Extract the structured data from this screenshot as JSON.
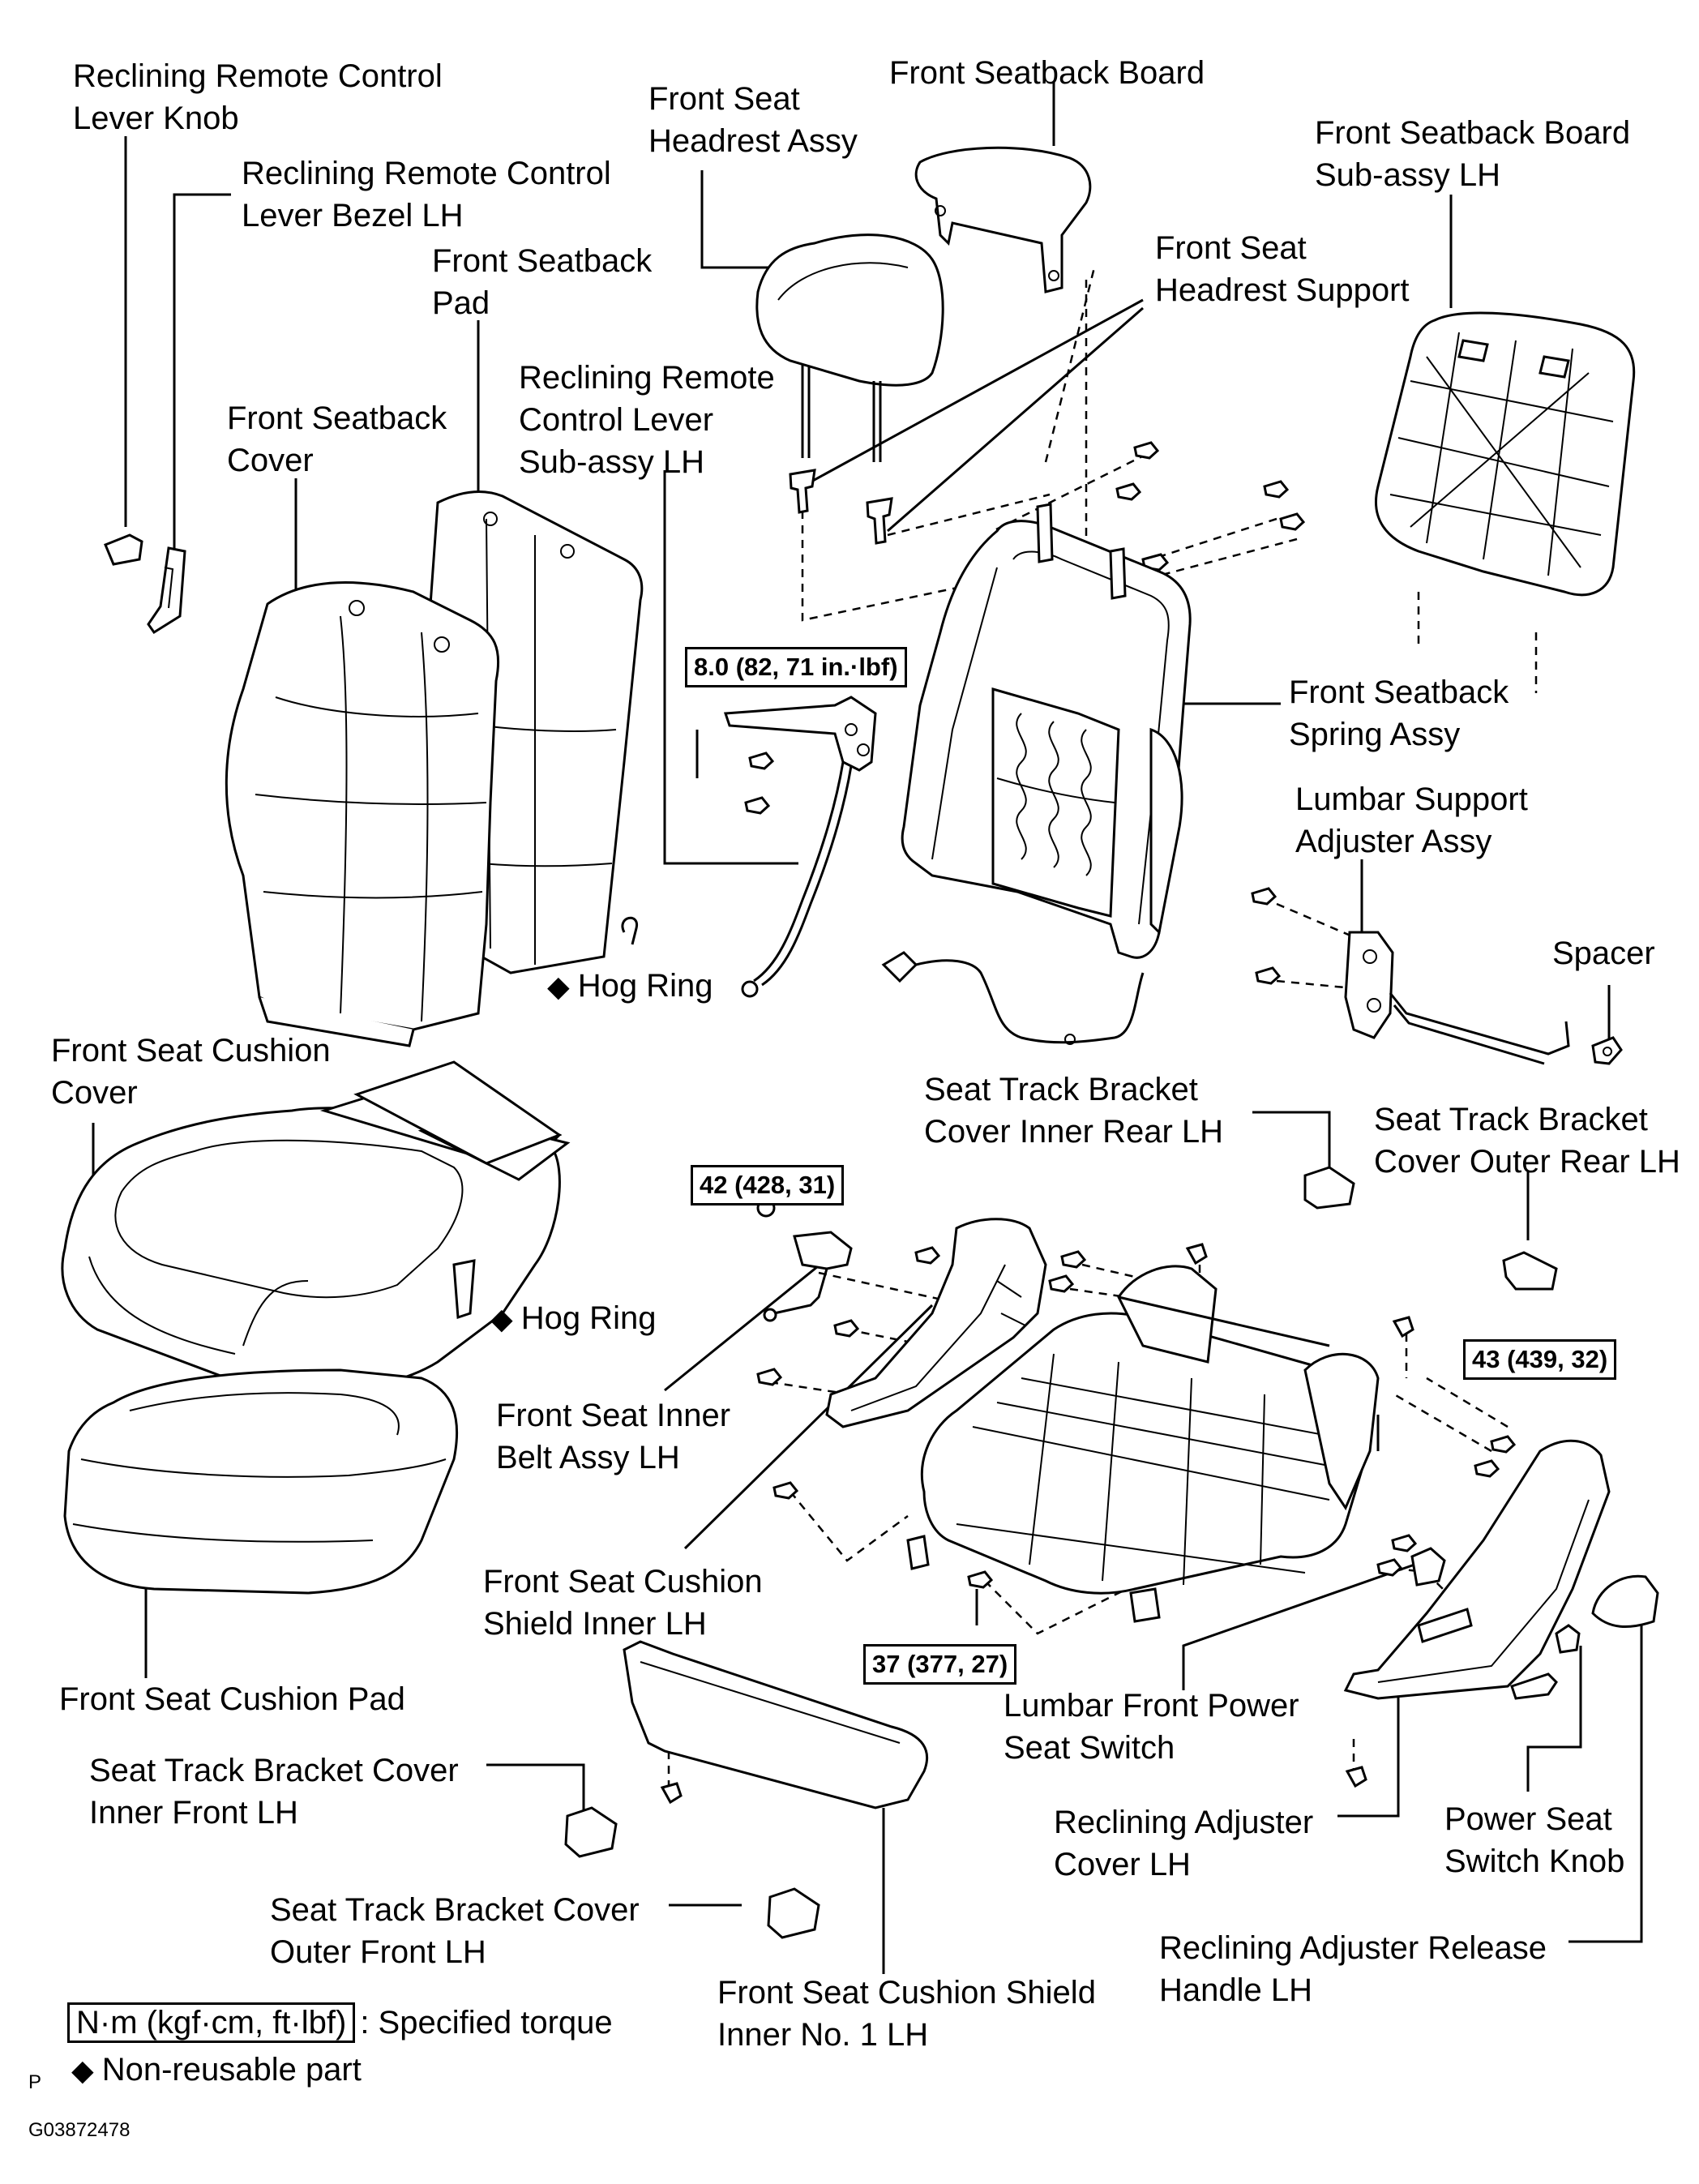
{
  "labels": {
    "lever_knob": [
      "Reclining Remote Control",
      "Lever Knob"
    ],
    "lever_bezel": [
      "Reclining Remote Control",
      "Lever Bezel LH"
    ],
    "seatback_pad": [
      "Front Seatback",
      "Pad"
    ],
    "seatback_cover": [
      "Front Seatback",
      "Cover"
    ],
    "headrest_assy": [
      "Front Seat",
      "Headrest Assy"
    ],
    "seatback_board": [
      "Front Seatback Board"
    ],
    "headrest_support": [
      "Front Seat",
      "Headrest Support"
    ],
    "board_subassy": [
      "Front Seatback Board",
      "Sub-assy  LH"
    ],
    "lever_subassy": [
      "Reclining Remote",
      "Control Lever",
      "Sub-assy  LH"
    ],
    "spring_assy": [
      "Front Seatback",
      "Spring Assy"
    ],
    "lumbar_adjuster": [
      "Lumbar Support",
      "Adjuster Assy"
    ],
    "spacer": [
      "Spacer"
    ],
    "hog_ring_upper": "Hog Ring",
    "cushion_cover": [
      "Front Seat Cushion",
      "Cover"
    ],
    "track_inner_rear": [
      "Seat Track Bracket",
      "Cover Inner Rear LH"
    ],
    "track_outer_rear": [
      "Seat Track Bracket",
      "Cover Outer Rear LH"
    ],
    "hog_ring_lower": "Hog Ring",
    "inner_belt": [
      "Front Seat Inner",
      "Belt Assy LH"
    ],
    "shield_inner": [
      "Front Seat Cushion",
      "Shield Inner LH"
    ],
    "cushion_pad": [
      "Front Seat Cushion Pad"
    ],
    "lumbar_switch": [
      "Lumbar Front Power",
      "Seat Switch"
    ],
    "track_inner_front": [
      "Seat Track Bracket Cover",
      "Inner Front LH"
    ],
    "adjuster_cover": [
      "Reclining Adjuster",
      "Cover LH"
    ],
    "switch_knob": [
      "Power Seat",
      "Switch Knob"
    ],
    "track_outer_front": [
      "Seat Track Bracket Cover",
      "Outer Front LH"
    ],
    "release_handle": [
      "Reclining Adjuster Release",
      "Handle LH"
    ],
    "shield_no1": [
      "Front Seat Cushion Shield",
      "Inner No. 1 LH"
    ]
  },
  "torques": {
    "t1": "8.0 (82, 71 in.·lbf)",
    "t2": "42 (428, 31)",
    "t3": "43 (439, 32)",
    "t4": "37 (377, 27)"
  },
  "symbols": {
    "non_reusable": "◆"
  },
  "legend": {
    "torque_unit": "N·m (kgf·cm, ft·lbf)",
    "torque_text": ": Specified torque",
    "non_reusable_text": "Non-reusable part"
  },
  "footer": {
    "code_letter": "P",
    "figure_id": "G03872478"
  }
}
